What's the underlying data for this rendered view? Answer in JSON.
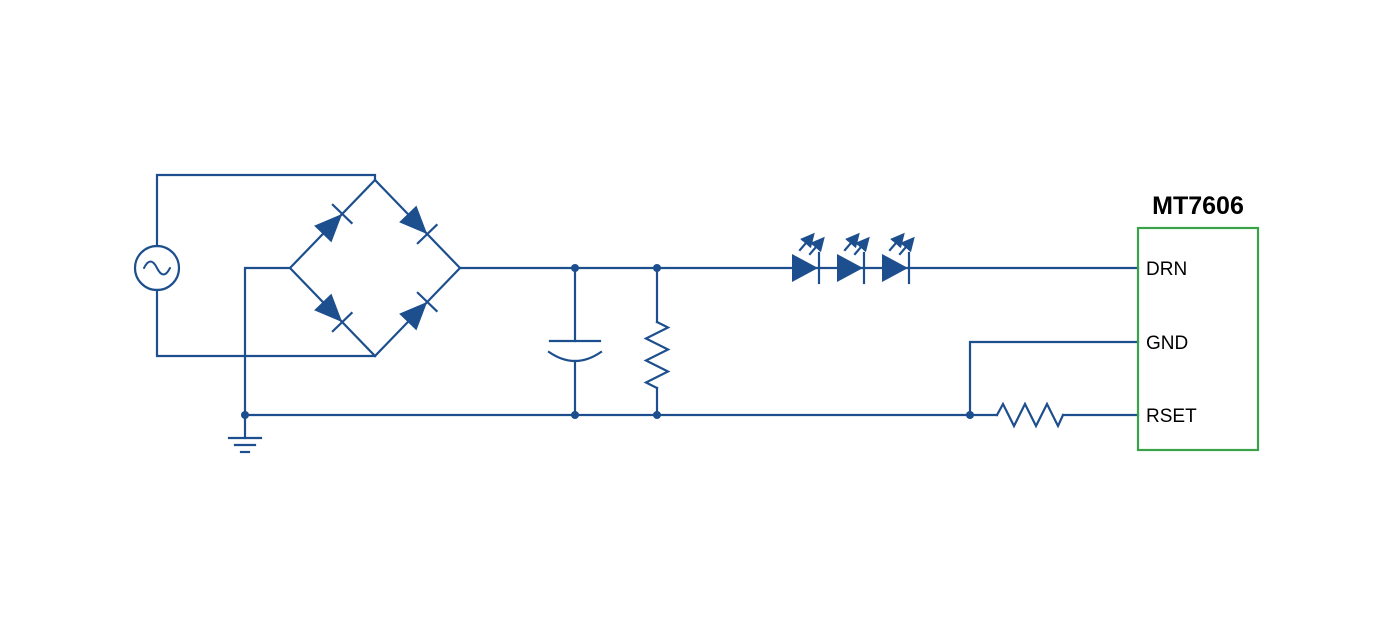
{
  "ic": {
    "title": "MT7606",
    "pins": [
      "DRN",
      "GND",
      "RSET"
    ]
  },
  "components": {
    "ac_source": "ac-voltage-source",
    "bridge": "diode-bridge-rectifier",
    "capacitor": "polarized-smoothing-capacitor",
    "shunt_resistor": "resistor",
    "led_string": "three-series-leds",
    "rset_resistor": "rset-resistor",
    "ground": "earth-ground"
  },
  "colors": {
    "wire": "#1d4f8e",
    "ic-box": "#3aa34a",
    "text": "#000000",
    "background": "#ffffff"
  }
}
